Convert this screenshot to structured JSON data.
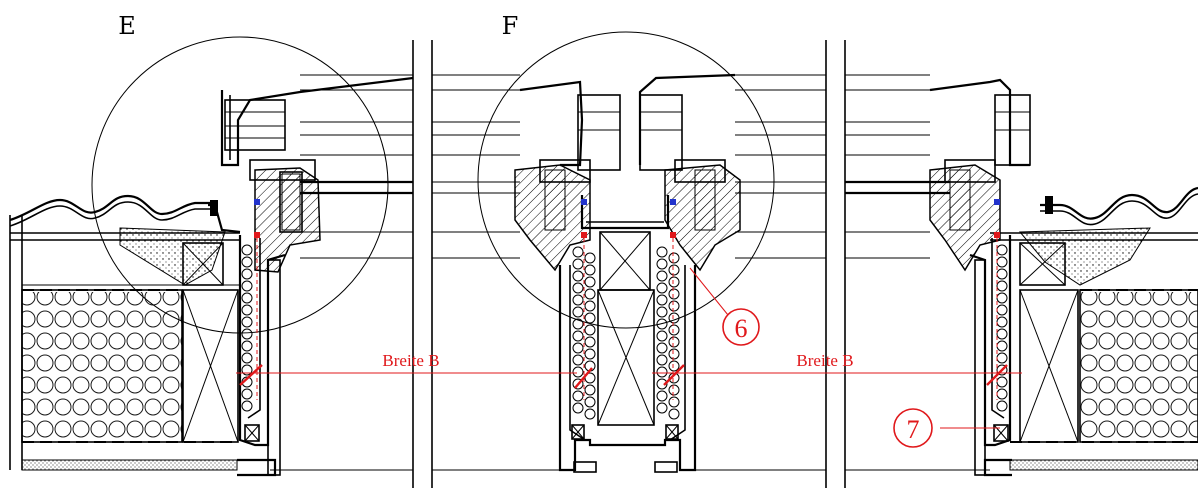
{
  "section_labels": [
    "E",
    "F"
  ],
  "dimensions": [
    {
      "label": "Breite B"
    },
    {
      "label": "Breite B"
    }
  ],
  "callouts": [
    "6",
    "7"
  ],
  "colors": {
    "annotation": "#e0181b",
    "line": "#000000",
    "seal_blue": "#2233cc"
  }
}
